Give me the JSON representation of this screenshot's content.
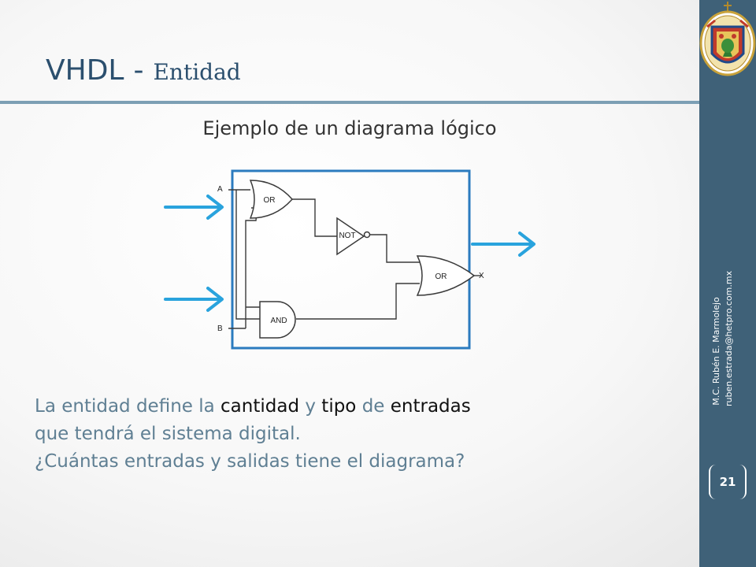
{
  "slide": {
    "title_main": "VHDL",
    "title_sep": "-",
    "title_sub": "Entidad",
    "subtitle": "Ejemplo de un diagrama lógico",
    "page_number": "21"
  },
  "sidebar": {
    "author_name": "M.C. Rubén E. Marmolejo",
    "author_email": "ruben.estrada@hetpro.com.mx",
    "logo_icon": "university-crest-icon"
  },
  "diagram": {
    "inputs": [
      "A",
      "B"
    ],
    "output": "X",
    "gates": {
      "or1": "OR",
      "not": "NOT",
      "or2": "OR",
      "and": "AND"
    }
  },
  "body": {
    "line1": [
      "La entidad define la ",
      "cantidad",
      " y ",
      "tipo",
      " de ",
      "entradas"
    ],
    "line2": "que tendrá el sistema digital.",
    "line3": "¿Cuántas entradas y salidas tiene el diagrama?"
  },
  "colors": {
    "title": "#2b4f6e",
    "sidebar": "#3f6178",
    "rule": "#7c9fb4",
    "arrow": "#29a3dd",
    "box": "#2b7bbf",
    "body_text": "#5f7f93",
    "emphasis": "#111111"
  }
}
